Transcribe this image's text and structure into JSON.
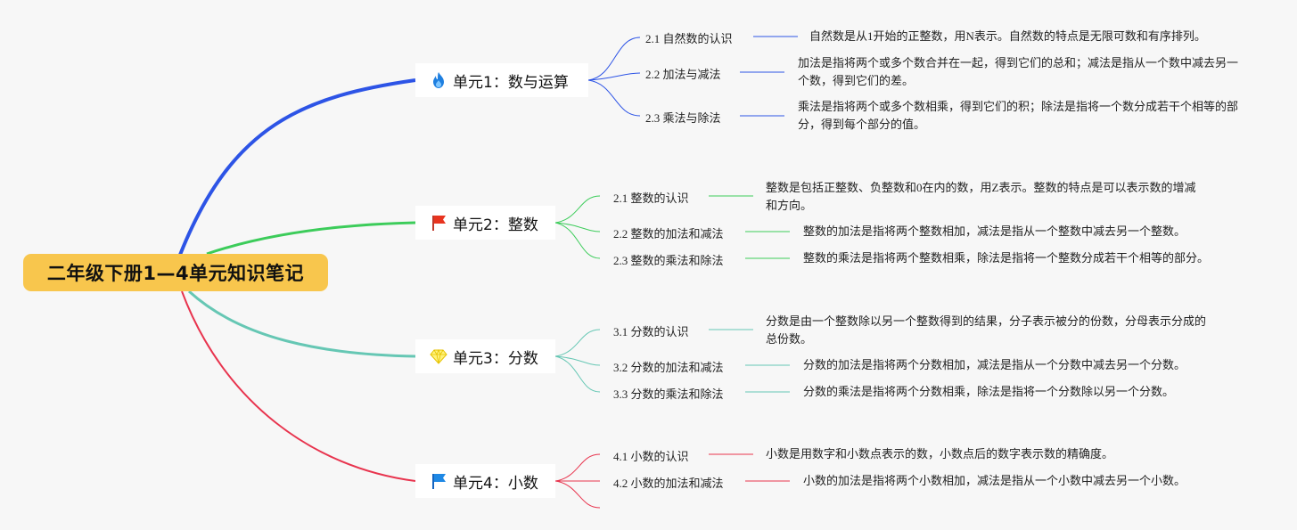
{
  "root": {
    "title": "二年级下册1—4单元知识笔记"
  },
  "units": [
    {
      "title": "单元1：数与运算",
      "icon": "fire-icon",
      "color": "#2d54e6",
      "topics": [
        {
          "label": "2.1 自然数的认识",
          "desc": "自然数是从1开始的正整数，用N表示。自然数的特点是无限可数和有序排列。"
        },
        {
          "label": "2.2 加法与减法",
          "desc": "加法是指将两个或多个数合并在一起，得到它们的总和；减法是指从一个数中减去另一个数，得到它们的差。"
        },
        {
          "label": "2.3 乘法与除法",
          "desc": "乘法是指将两个或多个数相乘，得到它们的积；除法是指将一个数分成若干个相等的部分，得到每个部分的值。"
        }
      ]
    },
    {
      "title": "单元2：整数",
      "icon": "flag-icon",
      "color": "#3ccc5a",
      "topics": [
        {
          "label": "2.1 整数的认识",
          "desc": "整数是包括正整数、负整数和0在内的数，用Z表示。整数的特点是可以表示数的增减和方向。"
        },
        {
          "label": "2.2 整数的加法和减法",
          "desc": "整数的加法是指将两个整数相加，减法是指从一个整数中减去另一个整数。"
        },
        {
          "label": "2.3 整数的乘法和除法",
          "desc": "整数的乘法是指将两个整数相乘，除法是指将一个整数分成若干个相等的部分。"
        }
      ]
    },
    {
      "title": "单元3：分数",
      "icon": "diamond-icon",
      "color": "#66c7b4",
      "topics": [
        {
          "label": "3.1 分数的认识",
          "desc": "分数是由一个整数除以另一个整数得到的结果，分子表示被分的份数，分母表示分成的总份数。"
        },
        {
          "label": "3.2 分数的加法和减法",
          "desc": "分数的加法是指将两个分数相加，减法是指从一个分数中减去另一个分数。"
        },
        {
          "label": "3.3 分数的乘法和除法",
          "desc": "分数的乘法是指将两个分数相乘，除法是指将一个分数除以另一个分数。"
        }
      ]
    },
    {
      "title": "单元4：小数",
      "icon": "flag-icon",
      "color": "#e8344e",
      "topics": [
        {
          "label": "4.1 小数的认识",
          "desc": "小数是用数字和小数点表示的数，小数点后的数字表示数的精确度。"
        },
        {
          "label": "4.2 小数的加法和减法",
          "desc": "小数的加法是指将两个小数相加，减法是指从一个小数中减去另一个小数。"
        },
        {
          "label": "",
          "desc": ""
        }
      ]
    }
  ]
}
